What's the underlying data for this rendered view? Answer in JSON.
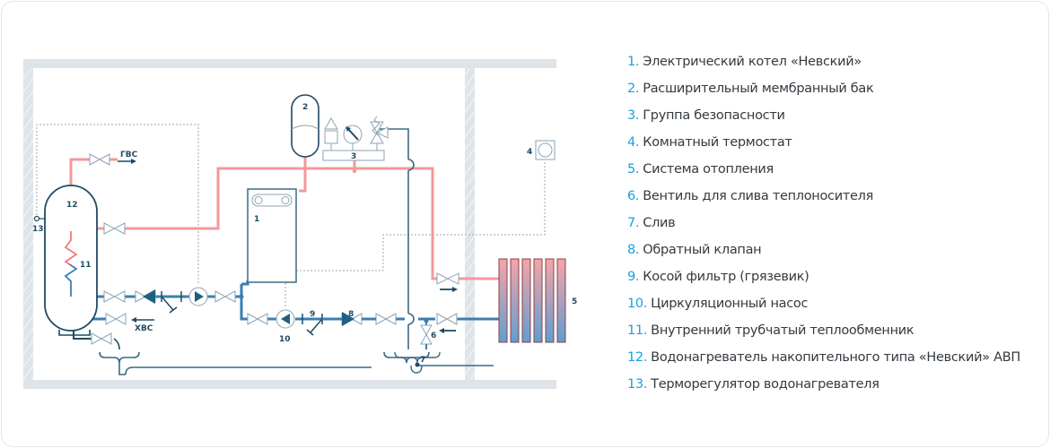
{
  "diagram": {
    "title": "Схема подключения электрического котла и водонагревателя",
    "labels": {
      "boiler": "1",
      "expansion_tank": "2",
      "safety_group": "3",
      "thermostat": "4",
      "heating_system": "5",
      "drain_valve": "6",
      "drain": "7",
      "check_valve": "8",
      "filter": "9",
      "pump": "10",
      "heat_exchanger": "11",
      "water_heater": "12",
      "thermoregulator": "13",
      "hot_water": "ГВС",
      "cold_water": "ХВС"
    },
    "colors": {
      "supply": "#f5989a",
      "return": "#3a7fb0",
      "outline": "#1f4a63",
      "wall": "#dfe4e9",
      "accent": "#1aa0dd"
    }
  },
  "legend": {
    "items": [
      {
        "num": "1.",
        "text": "Электрический котел «Невский»"
      },
      {
        "num": "2.",
        "text": "Расширительный мембранный бак"
      },
      {
        "num": "3.",
        "text": "Группа безопасности"
      },
      {
        "num": "4.",
        "text": "Комнатный термостат"
      },
      {
        "num": "5.",
        "text": "Система отопления"
      },
      {
        "num": "6.",
        "text": "Вентиль для слива теплоносителя"
      },
      {
        "num": "7.",
        "text": "Слив"
      },
      {
        "num": "8.",
        "text": "Обратный клапан"
      },
      {
        "num": "9.",
        "text": "Косой фильтр (грязевик)"
      },
      {
        "num": "10.",
        "text": "Циркуляционный насос"
      },
      {
        "num": "11.",
        "text": "Внутренний трубчатый теплообменник"
      },
      {
        "num": "12.",
        "text": "Водонагреватель накопительного типа «Невский» АВП"
      },
      {
        "num": "13.",
        "text": "Терморегулятор водонагревателя"
      }
    ]
  }
}
